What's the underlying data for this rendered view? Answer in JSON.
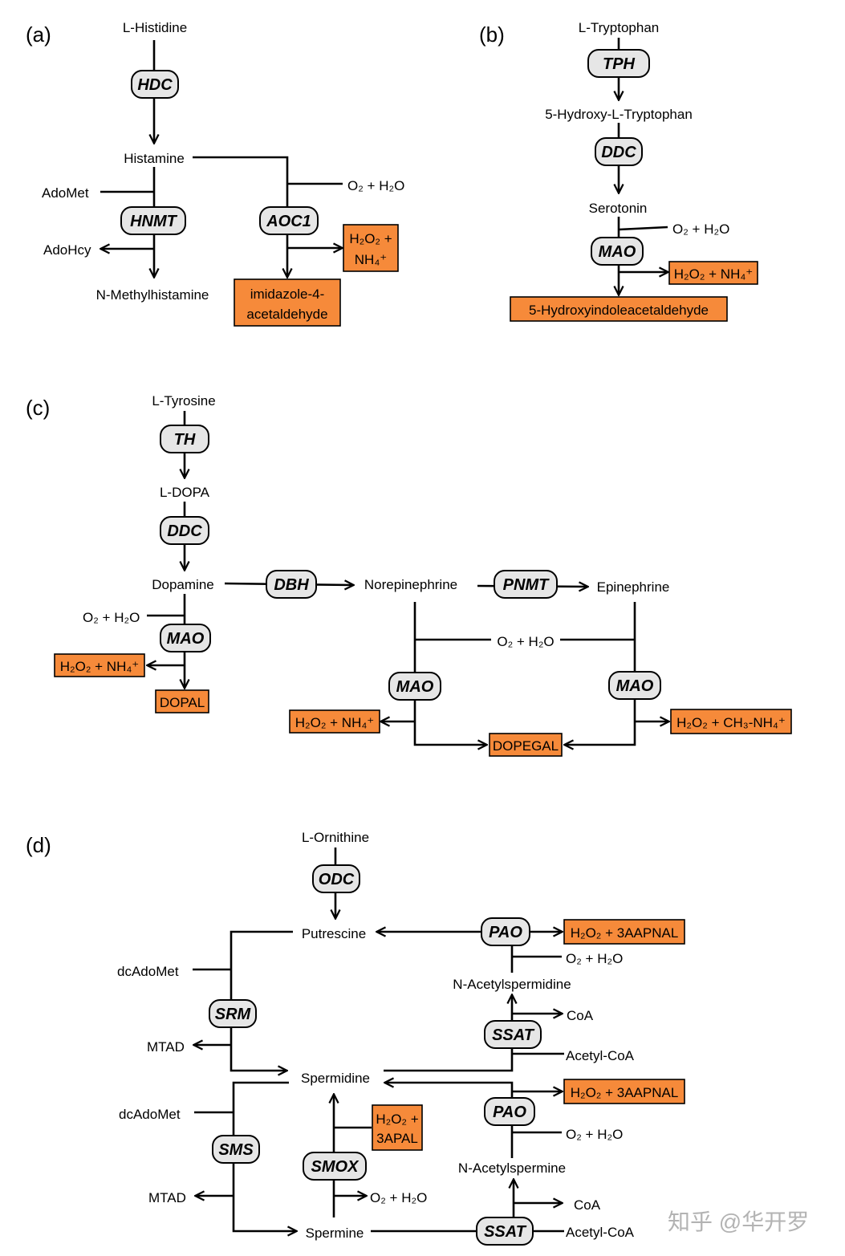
{
  "panels": {
    "a": {
      "label": "(a)",
      "nodes": {
        "histidine": "L-Histidine",
        "histamine": "Histamine",
        "adomet": "AdoMet",
        "adohcy": "AdoHcy",
        "n_methylhistamine": "N-Methylhistamine",
        "cosub": "O₂ + H₂O",
        "prod_top": "H₂O₂ +",
        "prod_bot": "NH₄⁺",
        "ald_top": "imidazole-4-",
        "ald_bot": "acetaldehyde"
      },
      "enzymes": {
        "hdc": "HDC",
        "hnmt": "HNMT",
        "aoc1": "AOC1"
      }
    },
    "b": {
      "label": "(b)",
      "nodes": {
        "tryptophan": "L-Tryptophan",
        "htp": "5-Hydroxy-L-Tryptophan",
        "serotonin": "Serotonin",
        "cosub": "O₂ + H₂O",
        "prod": "H₂O₂ + NH₄⁺",
        "hiaa": "5-Hydroxyindoleacetaldehyde"
      },
      "enzymes": {
        "tph": "TPH",
        "ddc": "DDC",
        "mao": "MAO"
      }
    },
    "c": {
      "label": "(c)",
      "nodes": {
        "tyrosine": "L-Tyrosine",
        "ldopa": "L-DOPA",
        "dopamine": "Dopamine",
        "norepinephrine": "Norepinephrine",
        "epinephrine": "Epinephrine",
        "cosub_left": "O₂ + H₂O",
        "cosub_mid": "O₂ + H₂O",
        "prod_left": "H₂O₂ + NH₄⁺",
        "dopal": "DOPAL",
        "prod_mid": "H₂O₂ + NH₄⁺",
        "dopegal": "DOPEGAL",
        "prod_right": "H₂O₂ + CH₃-NH₄⁺"
      },
      "enzymes": {
        "th": "TH",
        "ddc": "DDC",
        "dbh": "DBH",
        "pnmt": "PNMT",
        "mao1": "MAO",
        "mao2": "MAO",
        "mao3": "MAO"
      }
    },
    "d": {
      "label": "(d)",
      "nodes": {
        "ornithine": "L-Ornithine",
        "putrescine": "Putrescine",
        "spermidine": "Spermidine",
        "spermine": "Spermine",
        "dcadomet1": "dcAdoMet",
        "mtad1": "MTAD",
        "dcadomet2": "dcAdoMet",
        "mtad2": "MTAD",
        "n_acetylspermidine": "N-Acetylspermidine",
        "n_acetylspermine": "N-Acetylspermine",
        "cosub_pao1": "O₂ + H₂O",
        "cosub_pao2": "O₂ + H₂O",
        "cosub_smox": "O₂ + H₂O",
        "coa1": "CoA",
        "acetylcoa1": "Acetyl-CoA",
        "coa2": "CoA",
        "acetylcoa2": "Acetyl-CoA",
        "prod_pao1": "H₂O₂ + 3AAPNAL",
        "prod_pao2": "H₂O₂ + 3AAPNAL",
        "prod_smox_top": "H₂O₂ +",
        "prod_smox_bot": "3APAL"
      },
      "enzymes": {
        "odc": "ODC",
        "srm": "SRM",
        "sms": "SMS",
        "smox": "SMOX",
        "pao1": "PAO",
        "pao2": "PAO",
        "ssat1": "SSAT",
        "ssat2": "SSAT"
      }
    }
  },
  "watermark": "知乎 @华开罗",
  "colors": {
    "product_box": "#f68a3a",
    "enzyme_pill": "#e6e6e6",
    "line": "#000000"
  }
}
